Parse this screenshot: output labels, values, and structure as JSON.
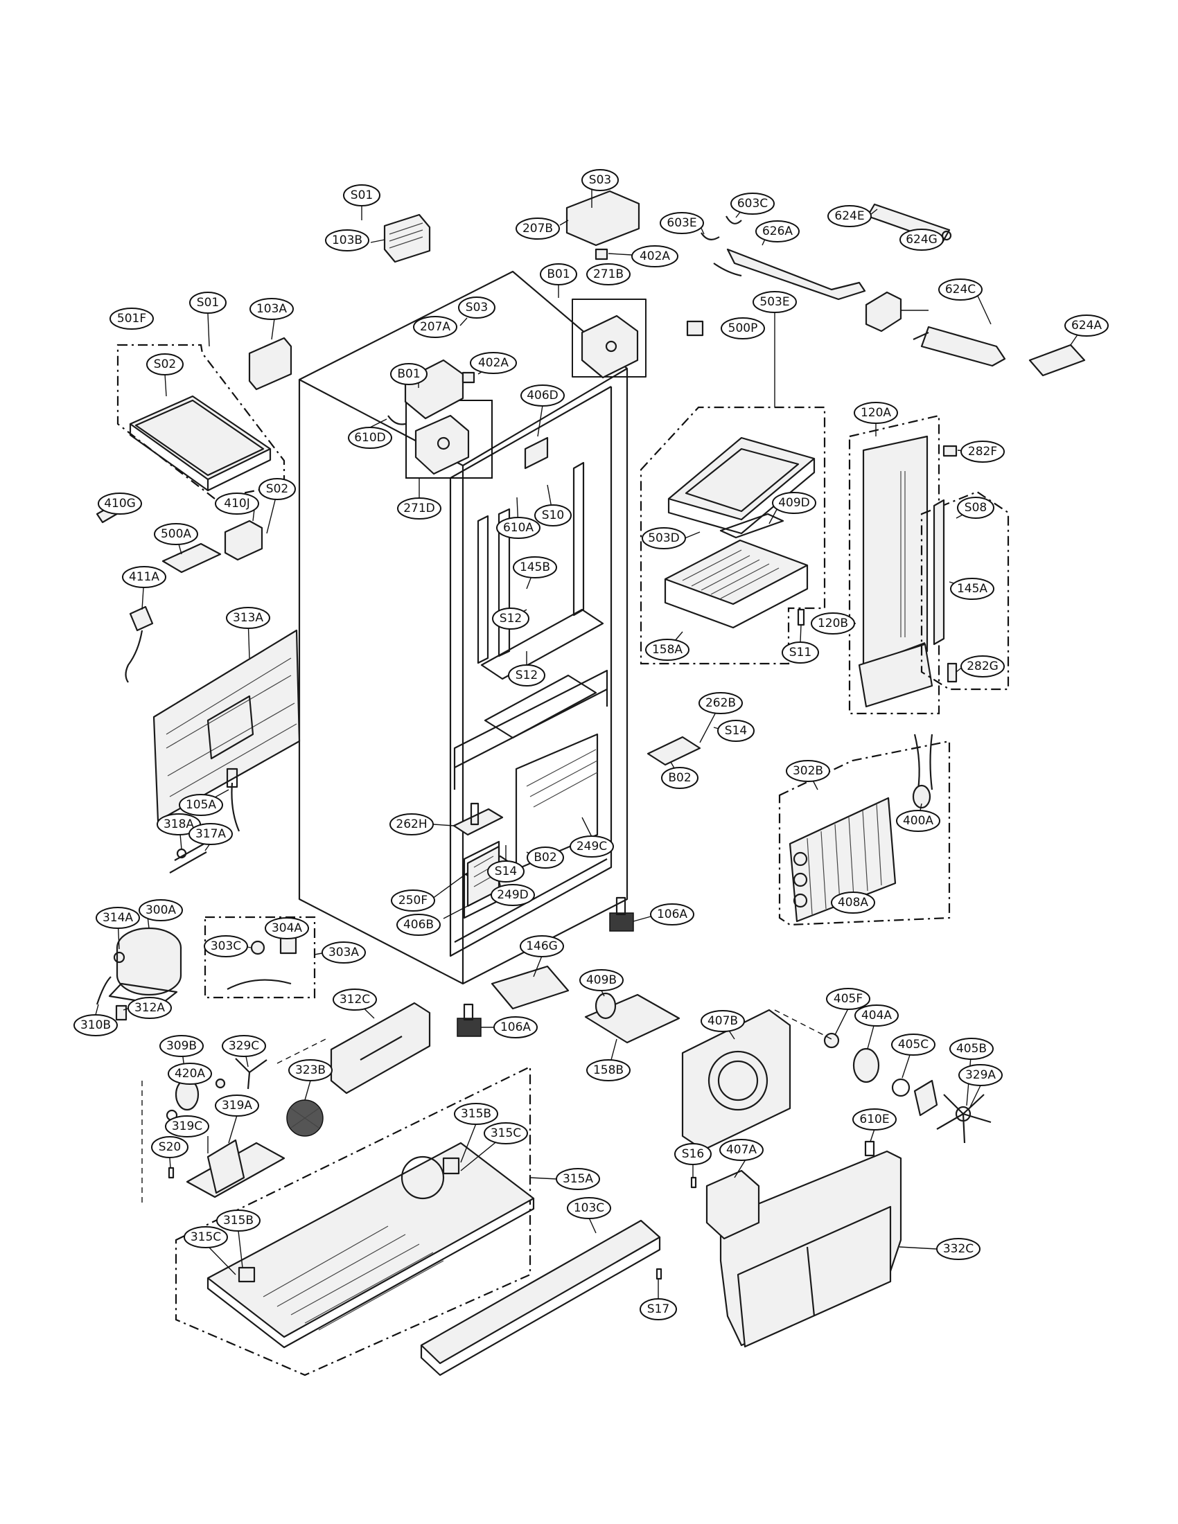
{
  "labels": {
    "S01_top": "S01",
    "S03_top": "S03",
    "207B": "207B",
    "402A_top": "402A",
    "603E": "603E",
    "603C": "603C",
    "626A": "626A",
    "624E": "624E",
    "103B": "103B",
    "B01_top": "B01",
    "271B": "271B",
    "624G": "624G",
    "501F": "501F",
    "S01_mid": "S01",
    "103A": "103A",
    "S03_mid": "S03",
    "207A": "207A",
    "402A_mid": "402A",
    "500P": "500P",
    "624C": "624C",
    "624A": "624A",
    "S02_tray": "S02",
    "B01_mid": "B01",
    "406D": "406D",
    "503E": "503E",
    "610D": "610D",
    "120A": "120A",
    "282F": "282F",
    "271D": "271D",
    "409D": "409D",
    "410G": "410G",
    "410J": "410J",
    "S02_box": "S02",
    "610A": "610A",
    "S10": "S10",
    "503D": "503D",
    "S08": "S08",
    "500A": "500A",
    "411A": "411A",
    "145B": "145B",
    "145A": "145A",
    "S12_a": "S12",
    "120B": "120B",
    "313A": "313A",
    "158A": "158A",
    "S11": "S11",
    "S12_b": "S12",
    "282G": "282G",
    "262B": "262B",
    "S14_a": "S14",
    "B02_a": "B02",
    "302B": "302B",
    "105A": "105A",
    "400A": "400A",
    "262H": "262H",
    "318A": "318A",
    "317A": "317A",
    "249C": "249C",
    "B02_b": "B02",
    "S14_b": "S14",
    "408A": "408A",
    "249D": "249D",
    "250F": "250F",
    "314A": "314A",
    "300A": "300A",
    "406B": "406B",
    "106A_a": "106A",
    "304A": "304A",
    "303C": "303C",
    "303A": "303A",
    "146G": "146G",
    "312A": "312A",
    "310B": "310B",
    "409B": "409B",
    "312C": "312C",
    "106A_b": "106A",
    "405F": "405F",
    "404A": "404A",
    "407B": "407B",
    "309B": "309B",
    "329C": "329C",
    "405C": "405C",
    "405B": "405B",
    "158B": "158B",
    "323B": "323B",
    "420A": "420A",
    "329A": "329A",
    "315B_top": "315B",
    "319A": "319A",
    "319C": "319C",
    "315C_top": "315C",
    "610E": "610E",
    "S20": "S20",
    "315A": "315A",
    "S16": "S16",
    "407A": "407A",
    "103C": "103C",
    "315B_bot": "315B",
    "315C_bot": "315C",
    "332C": "332C",
    "S17": "S17"
  }
}
